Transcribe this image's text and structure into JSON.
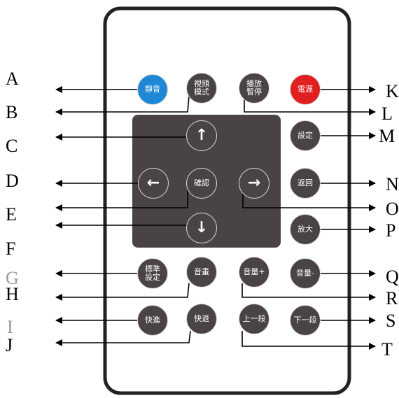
{
  "letters": {
    "a": "A",
    "b": "B",
    "c": "C",
    "d": "D",
    "e": "E",
    "f": "F",
    "g": "G",
    "h": "H",
    "i": "I",
    "j": "J",
    "k": "K",
    "l": "L",
    "m": "M",
    "n": "N",
    "o": "O",
    "p": "P",
    "q": "Q",
    "r": "R",
    "s": "S",
    "t": "T"
  },
  "buttons": {
    "mute": "靜音",
    "video_mode": "視頻模式",
    "play_pause": "播放暫停",
    "power": "電源",
    "settings": "設定",
    "confirm": "確認",
    "back": "返回",
    "zoom": "放大",
    "standard_settings": "標準設定",
    "av_sync": "音畫",
    "volume_up": "音量+",
    "volume_down": "音量-",
    "fast_forward": "快進",
    "rewind": "快退",
    "previous": "上一段",
    "next": "下一段"
  },
  "icons": {
    "up": "arrow-up-icon",
    "down": "arrow-down-icon",
    "left": "arrow-left-icon",
    "right": "arrow-right-icon"
  },
  "colors": {
    "body": "#ffffff",
    "outline": "#222222",
    "dpad": "#4a4343",
    "button": "#4a4343",
    "mute": "#1e88d6",
    "power": "#e02020",
    "arrows": "#000000"
  }
}
